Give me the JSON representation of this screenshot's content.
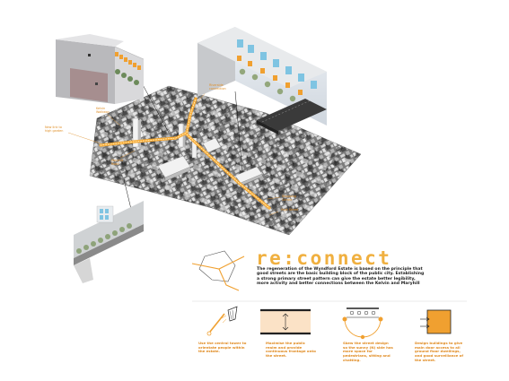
{
  "colors": {
    "accent": "#f0a030",
    "text": "#222222"
  },
  "title": "re:connect",
  "body": "The regeneration of the Wyndford Estate is based on the principle that good streets are the basic building block of the public city. Establishing a strong primary street pattern can give the estate better legibility, more activity and better connections between the Kelvin and Maryhill",
  "callouts": [
    {
      "id": "c1",
      "text": "Riverside\nconnection"
    },
    {
      "id": "c2",
      "text": "Kelvin\nWalkway"
    },
    {
      "id": "c3",
      "text": "New link to\nhigh garden"
    },
    {
      "id": "c4",
      "text": "Maryhill\nRoad"
    },
    {
      "id": "c5",
      "text": "High Street"
    },
    {
      "id": "c6",
      "text": "Shopping\nCentre"
    }
  ],
  "panels": [
    {
      "icon": "tower-orientation-icon",
      "caption": "Use the central tower to orientate people within the estate."
    },
    {
      "icon": "street-frontage-icon",
      "caption": "Maximise the public realm and provide continuous frontage onto the street."
    },
    {
      "icon": "sunny-side-street-icon",
      "caption": "Skew the street design so the sunny (N) side has more space for pedestrians, sitting and chatting."
    },
    {
      "icon": "front-door-icon",
      "caption": "Design buildings to give main door access to all ground floor dwellings, and good surveillance of the street."
    }
  ]
}
